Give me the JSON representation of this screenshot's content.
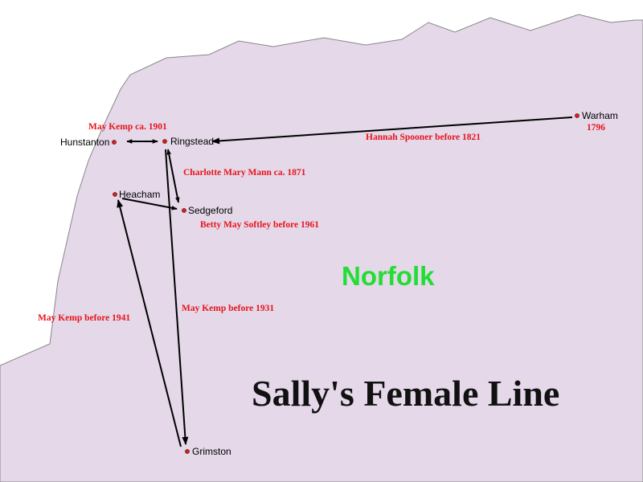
{
  "title": "Sally's Female Line",
  "region_label": "Norfolk",
  "colors": {
    "land": "#e4d8e9",
    "coast": "#888888",
    "route_label": "#e8141c",
    "region_label": "#22dd33",
    "town_dot": "#cc2222"
  },
  "places": {
    "warham": "Warham",
    "warham_year": "1796",
    "hunstanton": "Hunstanton",
    "ringstead": "Ringstead",
    "heacham": "Heacham",
    "sedgeford": "Sedgeford",
    "grimston": "Grimston"
  },
  "routes": {
    "hannah": "Hannah Spooner before 1821",
    "may1901": "May Kemp ca. 1901",
    "charlotte": "Charlotte Mary Mann ca. 1871",
    "betty": "Betty May Softley before 1961",
    "may1931": "May Kemp before 1931",
    "may1941": "May Kemp before 1941"
  }
}
